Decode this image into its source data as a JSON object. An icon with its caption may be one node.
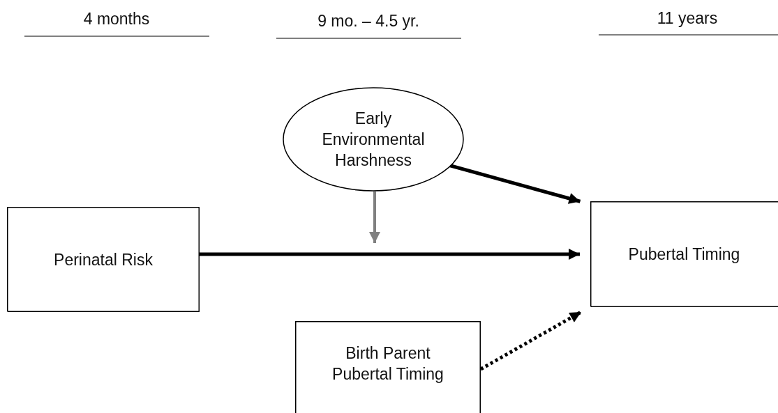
{
  "diagram": {
    "nodes": [
      {
        "text": [
          "Early Environmental Harshness"
        ]
      },
      {
        "text": [
          "Perinatal Risk"
        ]
      },
      {
        "text": [
          "Pubertal Timing"
        ]
      },
      {
        "text": [
          "Birth Parent Pubertal Timing"
        ]
      }
    ],
    "edges": [
      {
        "from": 0,
        "to": 2,
        "arrow": "to"
      },
      {
        "from": 1,
        "to": 2,
        "arrow": "to"
      },
      {
        "from": 0,
        "to": null,
        "arrow": "to",
        "color": "#808080"
      },
      {
        "from": 3,
        "to": 2,
        "arrow": "to",
        "style": "dashed"
      }
    ],
    "labels": [
      "4 months",
      "9 mo. – 4.5 yr.",
      "11 years"
    ]
  }
}
